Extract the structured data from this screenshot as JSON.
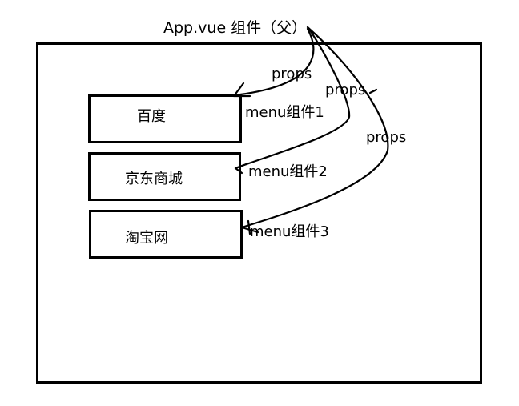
{
  "parent": {
    "title": "App.vue 组件（父）"
  },
  "menus": [
    {
      "text": "百度",
      "component": "menu组件1"
    },
    {
      "text": "京东商城",
      "component": "menu组件2"
    },
    {
      "text": "淘宝网",
      "component": "menu组件3"
    }
  ],
  "props": [
    {
      "label": "props"
    },
    {
      "label": "props"
    },
    {
      "label": "props"
    }
  ]
}
